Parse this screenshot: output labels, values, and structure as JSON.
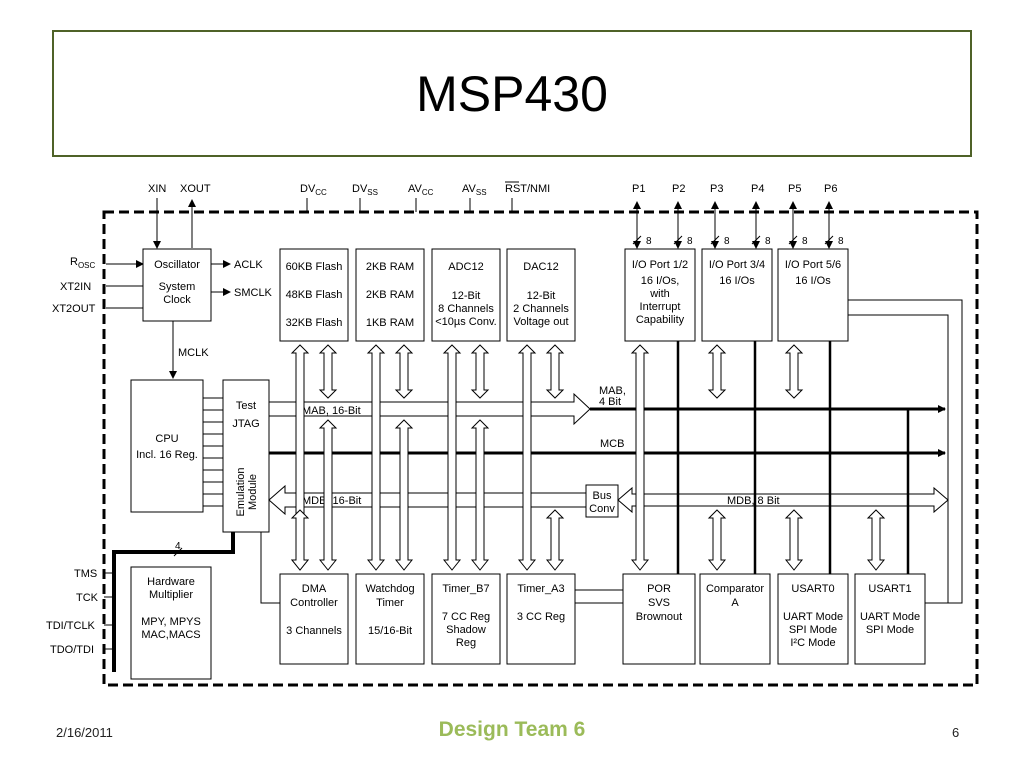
{
  "slide": {
    "title": "MSP430",
    "date": "2/16/2011",
    "team": "Design Team 6",
    "page_number": "6"
  },
  "top_pins": {
    "xin": "XIN",
    "xout": "XOUT",
    "dvcc": "DV",
    "dvcc_sub": "CC",
    "dvss": "DV",
    "dvss_sub": "SS",
    "avcc": "AV",
    "avcc_sub": "CC",
    "avss": "AV",
    "avss_sub": "SS",
    "rst": "RST/NMI",
    "p1": "P1",
    "p2": "P2",
    "p3": "P3",
    "p4": "P4",
    "p5": "P5",
    "p6": "P6",
    "bus_width": "8"
  },
  "left_pins": {
    "rosc": "R",
    "rosc_sub": "OSC",
    "xt2in": "XT2IN",
    "xt2out": "XT2OUT",
    "tms": "TMS",
    "tck": "TCK",
    "tditclk": "TDI/TCLK",
    "tdotdi": "TDO/TDI"
  },
  "blocks": {
    "oscillator": [
      "Oscillator",
      "System",
      "Clock"
    ],
    "aclk": "ACLK",
    "smclk": "SMCLK",
    "mclk": "MCLK",
    "flash": [
      "60KB Flash",
      "48KB Flash",
      "32KB Flash"
    ],
    "ram": [
      "2KB RAM",
      "2KB RAM",
      "1KB RAM"
    ],
    "adc": [
      "ADC12",
      "12-Bit",
      "8 Channels",
      "<10µs Conv."
    ],
    "dac": [
      "DAC12",
      "12-Bit",
      "2 Channels",
      "Voltage out"
    ],
    "io12": [
      "I/O Port 1/2",
      "16 I/Os,",
      "with",
      "Interrupt",
      "Capability"
    ],
    "io34": [
      "I/O Port 3/4",
      "16 I/Os"
    ],
    "io56": [
      "I/O Port 5/6",
      "16 I/Os"
    ],
    "cpu": [
      "CPU",
      "Incl. 16 Reg."
    ],
    "test_jtag": [
      "Test",
      "JTAG"
    ],
    "emulation": [
      "Emulation",
      "Module"
    ],
    "mab16": "MAB, 16-Bit",
    "mab4": [
      "MAB,",
      "4 Bit"
    ],
    "mcb": "MCB",
    "mdb16": "MDB, 16-Bit",
    "mdb8": "MDB, 8 Bit",
    "bus_conv": [
      "Bus",
      "Conv"
    ],
    "jtag_width": "4",
    "hw_mult": [
      "Hardware",
      "Multiplier",
      "MPY, MPYS",
      "MAC,MACS"
    ],
    "dma": [
      "DMA",
      "Controller",
      "3 Channels"
    ],
    "watchdog": [
      "Watchdog",
      "Timer",
      "15/16-Bit"
    ],
    "timer_b7": [
      "Timer_B7",
      "7 CC Reg",
      "Shadow",
      "Reg"
    ],
    "timer_a3": [
      "Timer_A3",
      "3 CC Reg"
    ],
    "por": [
      "POR",
      "SVS",
      "Brownout"
    ],
    "comparator": [
      "Comparator",
      "A"
    ],
    "usart0": [
      "USART0",
      "UART Mode",
      "SPI Mode",
      "I²C Mode"
    ],
    "usart1": [
      "USART1",
      "UART Mode",
      "SPI Mode"
    ]
  }
}
